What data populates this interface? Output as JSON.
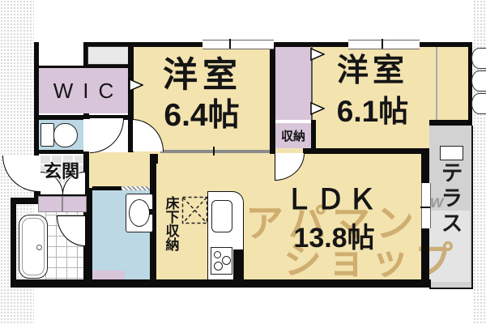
{
  "labels": {
    "wic": "WIC",
    "room_a_name": "洋室",
    "room_a_size": "6.4帖",
    "room_b_name": "洋室",
    "room_b_size": "6.1帖",
    "closet": "収納",
    "entrance": "玄関",
    "ldk_name": "ＬＤＫ",
    "ldk_size": "13.8帖",
    "underfloor_storage": "床下収納",
    "terrace": "テラス"
  },
  "watermark": {
    "line1": "アパマン",
    "line2": "ショップ",
    "mark": "w"
  },
  "colors": {
    "room_fill": "#f3e3af",
    "closet_fill": "#d9c5da",
    "wet_area_fill": "#bcd8e4",
    "entrance_tile": "#e3e3e3",
    "terrace_fill": "#d2d2d2",
    "wall": "#0c0c0c",
    "watermark": "#c5a060"
  }
}
